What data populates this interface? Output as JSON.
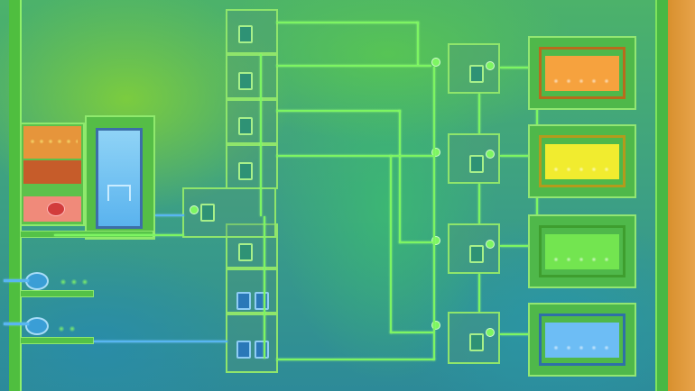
{
  "scene": {
    "description_free": true,
    "tint_overlay": "thermal",
    "colors": {
      "heat_high": "#f58b2d",
      "heat_warm": "#f2e531",
      "heat_mid": "#6ce24a",
      "heat_cool": "#48a7f2",
      "pipe_liquid": "#7df562",
      "pipe_cold": "#58b6f2",
      "wall": "#54c247",
      "edge_right": "#d8902e"
    }
  },
  "tanks": [
    {
      "id": "tank-orange",
      "liquid_color": "#f6a23e",
      "frame_color": "#b86b1c"
    },
    {
      "id": "tank-yellow",
      "liquid_color": "#f1ec2f",
      "frame_color": "#b49a1c"
    },
    {
      "id": "tank-green",
      "liquid_color": "#73e550",
      "frame_color": "#3e9e2e"
    },
    {
      "id": "tank-blue",
      "liquid_color": "#6dbdf5",
      "frame_color": "#2e6fa8"
    }
  ],
  "icons": {
    "pump": "pump-icon",
    "valve": "valve-icon",
    "tank": "tank-icon",
    "generator": "generator-icon",
    "plant": "plant-icon"
  }
}
